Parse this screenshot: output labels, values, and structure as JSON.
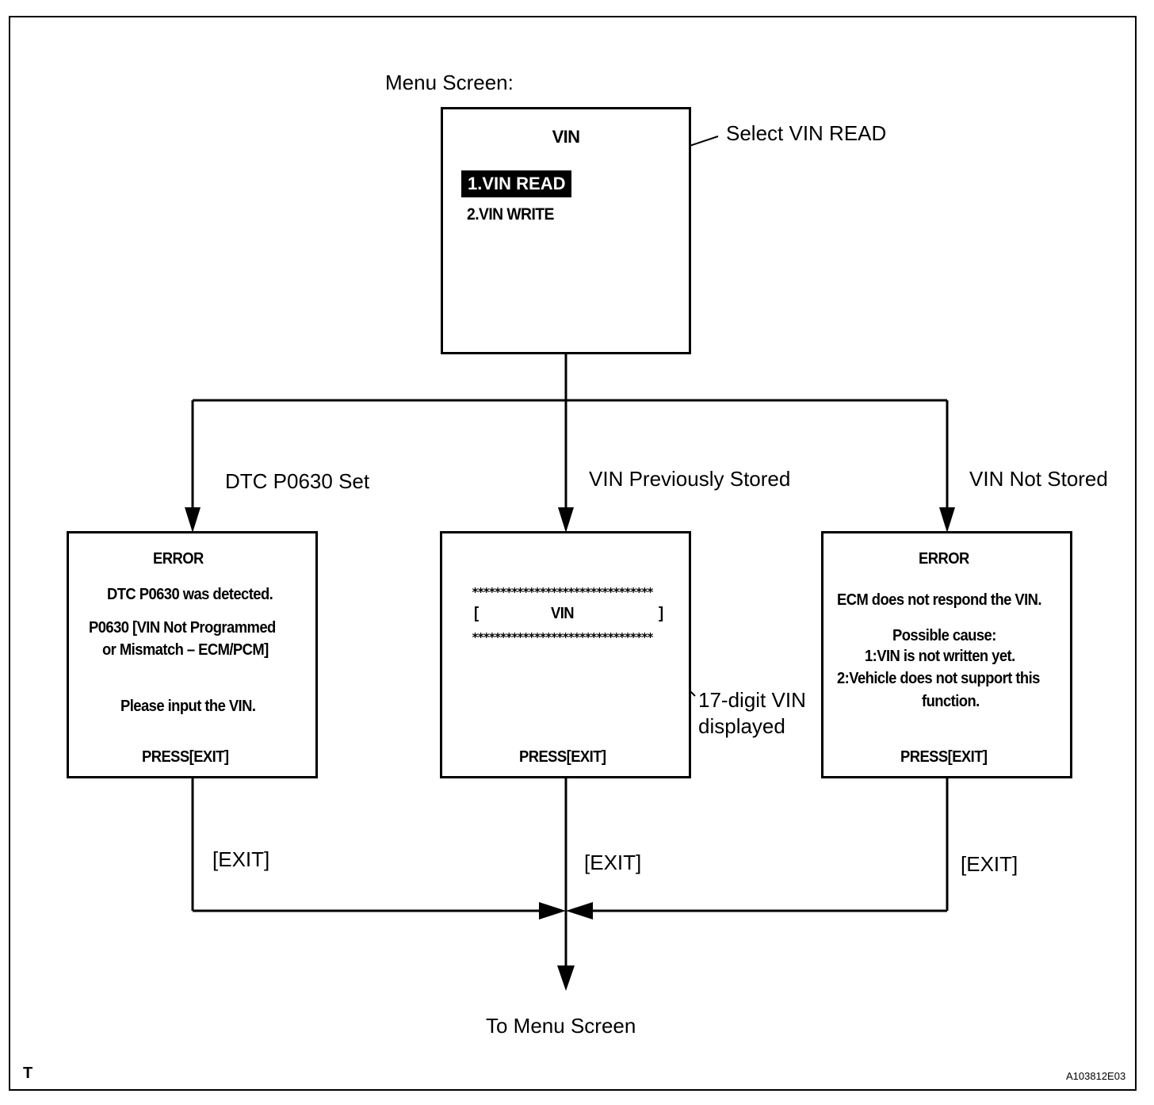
{
  "menu_screen_label": "Menu Screen:",
  "menu": {
    "title": "VIN",
    "item1": "1.VIN READ",
    "item2": "2.VIN WRITE"
  },
  "select_note": "Select VIN READ",
  "branches": {
    "left": "DTC P0630 Set",
    "middle": "VIN Previously Stored",
    "right": "VIN Not Stored"
  },
  "left_box": {
    "title": "ERROR",
    "line1": "DTC P0630 was detected.",
    "line2": "P0630  [VIN Not Programmed",
    "line3": "or Mismatch – ECM/PCM]",
    "line4": "Please input the VIN.",
    "press": "PRESS[EXIT]"
  },
  "middle_box": {
    "stars_top": "********************************",
    "bracket_open": "[",
    "vin": "VIN",
    "bracket_close": "]",
    "stars_bottom": "********************************",
    "press": "PRESS[EXIT]"
  },
  "vin_note": {
    "line1": "17-digit VIN",
    "line2": "displayed"
  },
  "right_box": {
    "title": "ERROR",
    "line1": "ECM does not respond the VIN.",
    "line2": "Possible cause:",
    "line3": "1:VIN is not written yet.",
    "line4": "2:Vehicle does not support this",
    "line5": "function.",
    "press": "PRESS[EXIT]"
  },
  "exit_labels": {
    "left": "[EXIT]",
    "middle": "[EXIT]",
    "right": "[EXIT]"
  },
  "to_menu": "To Menu Screen",
  "corner_mark": "T",
  "figure_code": "A103812E03"
}
